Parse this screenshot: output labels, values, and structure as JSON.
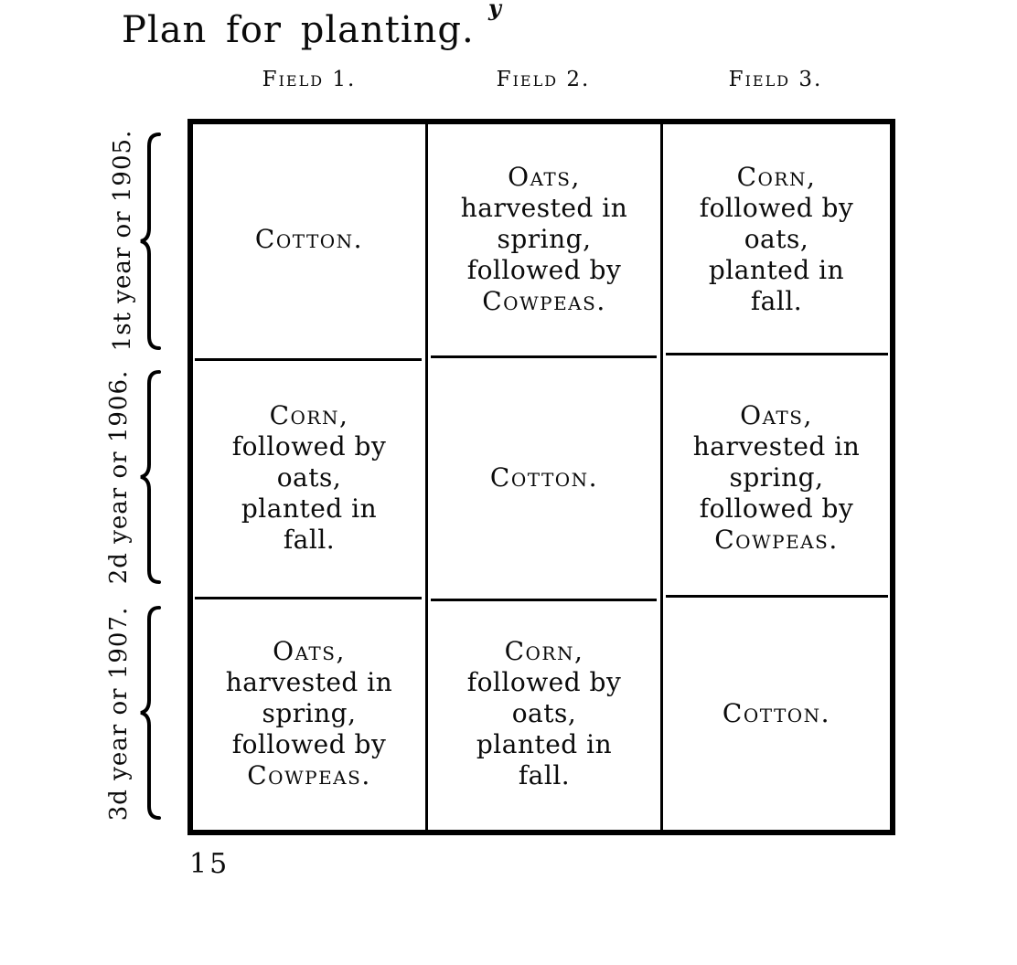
{
  "page": {
    "title": "Plan for planting.",
    "stray_mark": "y",
    "page_number": "15"
  },
  "table": {
    "column_headers": [
      "Field 1.",
      "Field 2.",
      "Field 3."
    ],
    "row_labels": [
      "1st year or 1905.",
      "2d year or 1906.",
      "3d year or 1907."
    ],
    "cells": [
      [
        {
          "lines": [
            {
              "t": "Cotton.",
              "sc": true
            }
          ]
        },
        {
          "lines": [
            {
              "t": "Oats,",
              "sc": true
            },
            {
              "t": "harvested in",
              "sc": false
            },
            {
              "t": "spring,",
              "sc": false
            },
            {
              "t": "followed by",
              "sc": false
            },
            {
              "t": "Cowpeas.",
              "sc": true
            }
          ]
        },
        {
          "lines": [
            {
              "t": "Corn,",
              "sc": true
            },
            {
              "t": "followed by",
              "sc": false
            },
            {
              "t": "oats,",
              "sc": false
            },
            {
              "t": "planted in",
              "sc": false
            },
            {
              "t": "fall.",
              "sc": false
            }
          ]
        }
      ],
      [
        {
          "lines": [
            {
              "t": "Corn,",
              "sc": true
            },
            {
              "t": "followed by",
              "sc": false
            },
            {
              "t": "oats,",
              "sc": false
            },
            {
              "t": "planted in",
              "sc": false
            },
            {
              "t": "fall.",
              "sc": false
            }
          ]
        },
        {
          "lines": [
            {
              "t": "Cotton.",
              "sc": true
            }
          ]
        },
        {
          "lines": [
            {
              "t": "Oats,",
              "sc": true
            },
            {
              "t": "harvested in",
              "sc": false
            },
            {
              "t": "spring,",
              "sc": false
            },
            {
              "t": "followed by",
              "sc": false
            },
            {
              "t": "Cowpeas.",
              "sc": true
            }
          ]
        }
      ],
      [
        {
          "lines": [
            {
              "t": "Oats,",
              "sc": true
            },
            {
              "t": "harvested in",
              "sc": false
            },
            {
              "t": "spring,",
              "sc": false
            },
            {
              "t": "followed by",
              "sc": false
            },
            {
              "t": "Cowpeas.",
              "sc": true
            }
          ]
        },
        {
          "lines": [
            {
              "t": "Corn,",
              "sc": true
            },
            {
              "t": "followed by",
              "sc": false
            },
            {
              "t": "oats,",
              "sc": false
            },
            {
              "t": "planted in",
              "sc": false
            },
            {
              "t": "fall.",
              "sc": false
            }
          ]
        },
        {
          "lines": [
            {
              "t": "Cotton.",
              "sc": true
            }
          ]
        }
      ]
    ]
  },
  "ink_color": "#0b0b0b"
}
